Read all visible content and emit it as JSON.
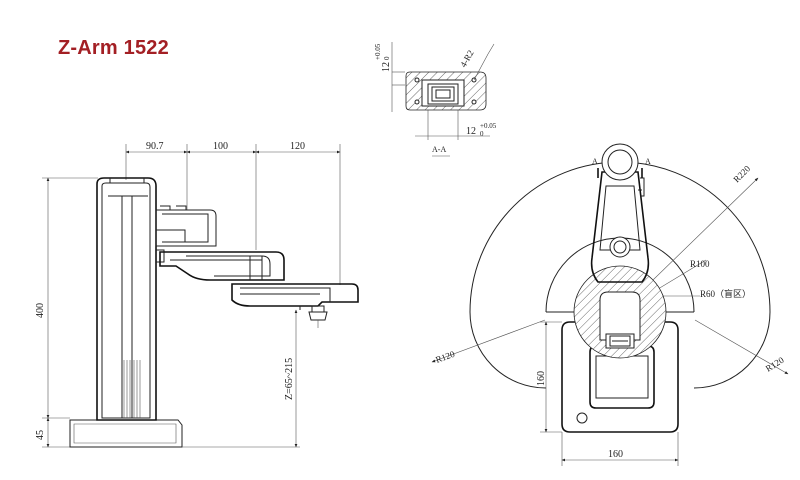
{
  "title": "Z-Arm 1522",
  "side_view": {
    "dim_top": [
      "90.7",
      "100",
      "120"
    ],
    "dim_height": "400",
    "dim_base": "45",
    "dim_z": "Z=65~215"
  },
  "section_view": {
    "tol_top": "12",
    "tol_top_upper": "+0.05",
    "tol_top_lower": "0",
    "tol_bottom": "12",
    "tol_bottom_upper": "+0.05",
    "tol_bottom_lower": "0",
    "holes": "4-R2",
    "section_label": "A-A"
  },
  "top_view": {
    "r220": "R220",
    "r100": "R100",
    "r60": "R60（盲区）",
    "r120_left": "R120",
    "r120_right": "R120",
    "dim_160_v": "160",
    "dim_160_h": "160",
    "section_mark_a1": "A",
    "section_mark_a2": "A"
  }
}
